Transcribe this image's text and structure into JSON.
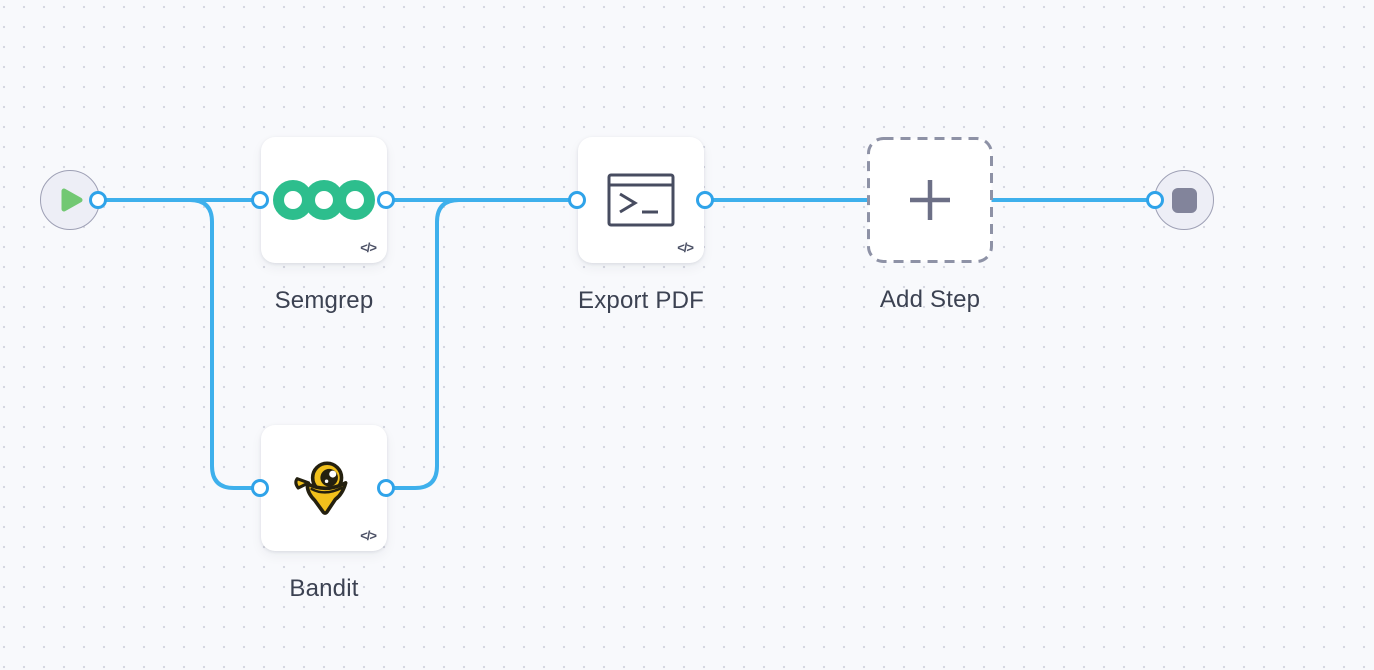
{
  "app": {
    "view": "workflow-canvas"
  },
  "nodes": {
    "start": {
      "type": "trigger-start",
      "icon": "play-icon"
    },
    "semgrep": {
      "label": "Semgrep",
      "icon": "semgrep-logo",
      "badge": "</>"
    },
    "bandit": {
      "label": "Bandit",
      "icon": "bandit-logo",
      "badge": "</>"
    },
    "export_pdf": {
      "label": "Export PDF",
      "icon": "terminal-icon",
      "badge": "</>"
    },
    "add_step": {
      "label": "Add Step",
      "icon": "plus-icon",
      "style": "dashed-placeholder"
    },
    "end": {
      "type": "terminator-end",
      "icon": "stop-icon"
    }
  },
  "edges": [
    {
      "from": "start",
      "to": "semgrep"
    },
    {
      "from": "start",
      "to": "bandit"
    },
    {
      "from": "semgrep",
      "to": "export_pdf"
    },
    {
      "from": "bandit",
      "to": "export_pdf"
    },
    {
      "from": "export_pdf",
      "to": "end"
    }
  ],
  "colors": {
    "canvas_bg": "#F8F9FC",
    "grid_dot": "#D5D7E1",
    "edge_blue": "#3EB0EC",
    "port_ring": "#2FA3E9",
    "label_text": "#3C4252",
    "semgrep_green": "#2DBE8D",
    "bandit_yellow": "#F2C11C",
    "play_green": "#72C873",
    "stop_gray": "#82849B",
    "dashed_border": "#8E92A6"
  }
}
